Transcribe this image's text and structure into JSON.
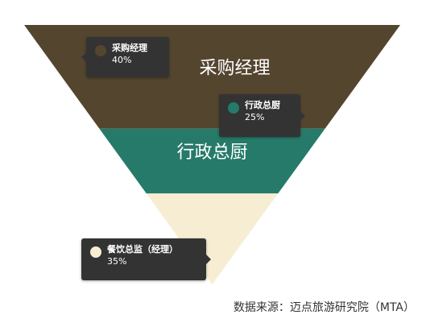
{
  "chart_data": {
    "type": "funnel",
    "categories": [
      "采购经理",
      "行政总厨",
      "餐饮总监（经理）"
    ],
    "values": [
      40,
      25,
      35
    ],
    "segment_labels": [
      "采购经理",
      "行政总厨",
      ""
    ],
    "colors": [
      "#54452f",
      "#267a6a",
      "#f7edd3"
    ],
    "tooltips": [
      {
        "name": "采购经理",
        "value": "40%"
      },
      {
        "name": "行政总厨",
        "value": "25%"
      },
      {
        "name": "餐饮总监（经理）",
        "value": "35%"
      }
    ]
  },
  "source": "数据来源：迈点旅游研究院（MTA）"
}
